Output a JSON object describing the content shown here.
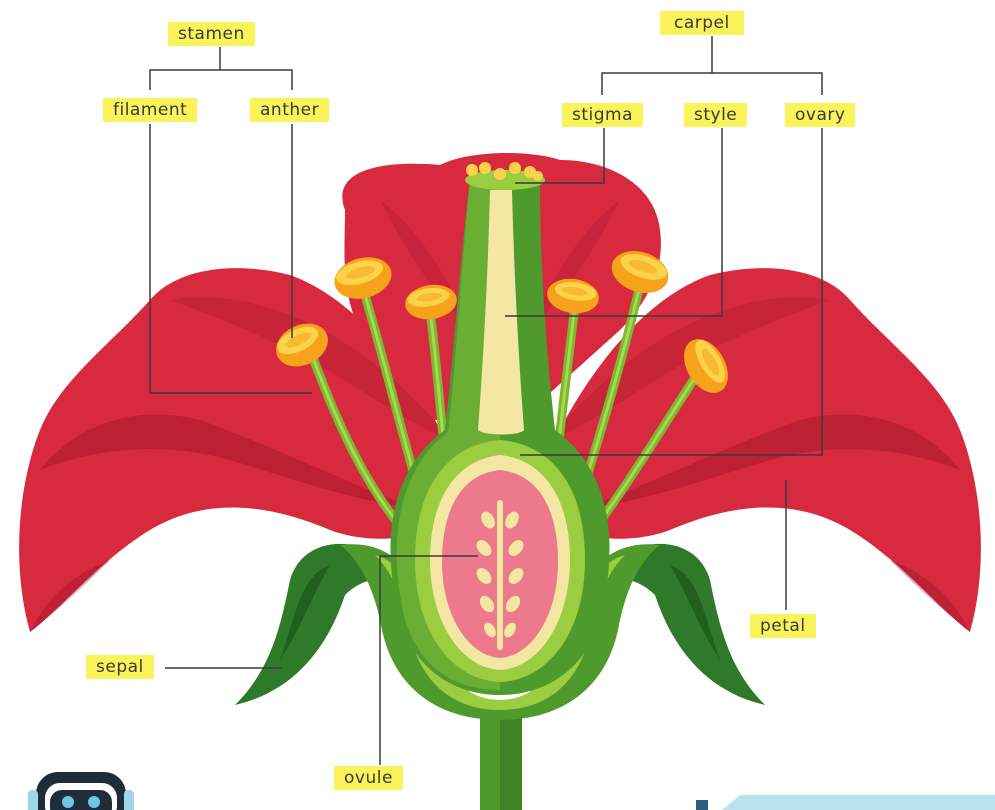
{
  "labels": {
    "stamen": "stamen",
    "filament": "filament",
    "anther": "anther",
    "carpel": "carpel",
    "stigma": "stigma",
    "style": "style",
    "ovary": "ovary",
    "petal": "petal",
    "sepal": "sepal",
    "ovule": "ovule"
  },
  "colors": {
    "label_highlight": "#fbf35a",
    "petal_red": "#d82a3f",
    "petal_dark": "#a8162a",
    "stem_green": "#4e9a2c",
    "light_green": "#9acd3f",
    "ovary_pink": "#ec7a8c",
    "anther_orange": "#f7a21b",
    "cream": "#f4e7a4"
  }
}
